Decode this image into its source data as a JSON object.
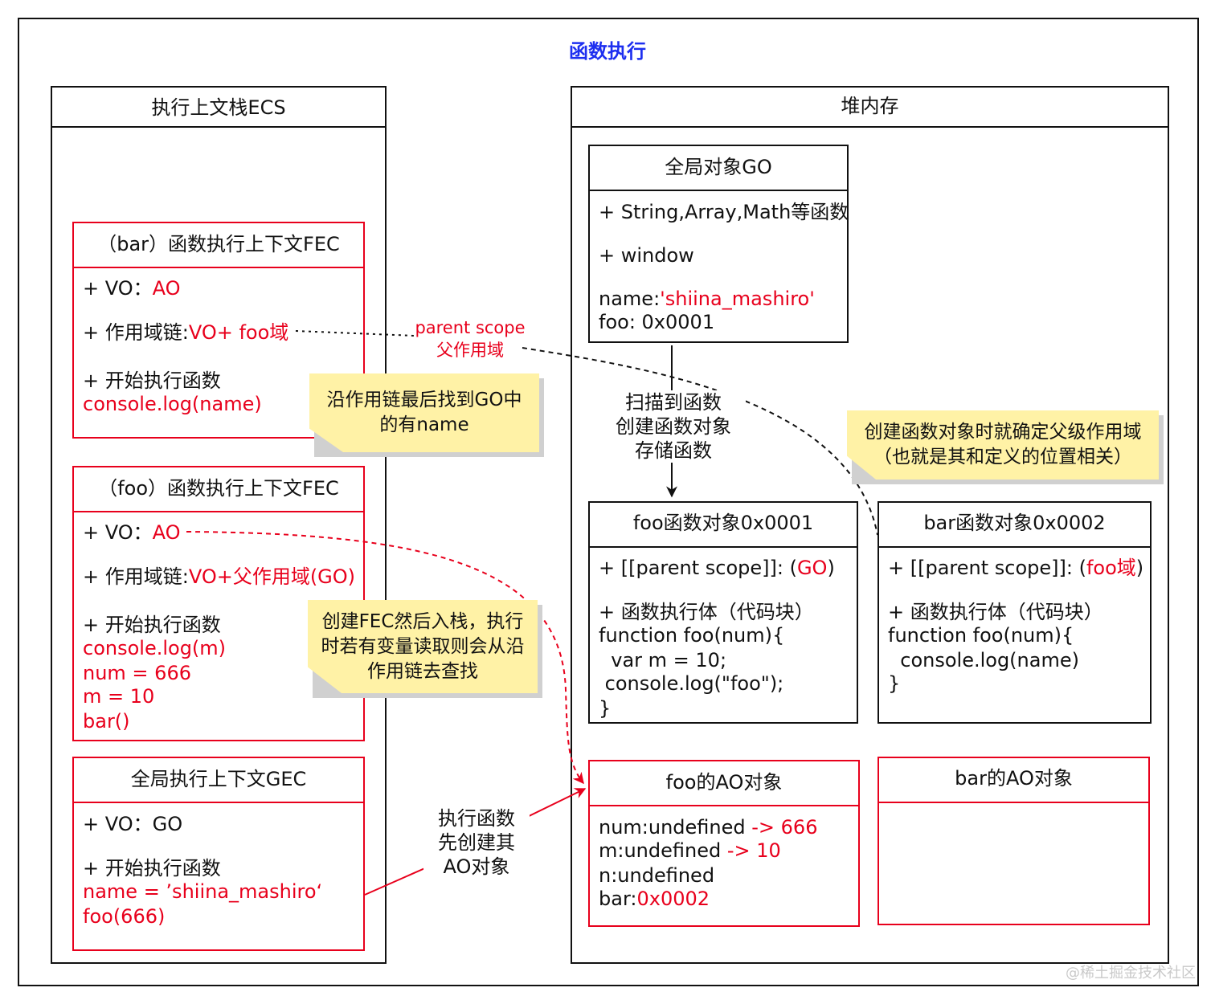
{
  "title": "函数执行",
  "ecs": {
    "header": "执行上文栈ECS",
    "bar_fec": {
      "header": "（bar）函数执行上下文FEC",
      "vo_prefix": "+ VO：",
      "vo_value": "AO",
      "scope_prefix": "+ 作用域链:",
      "scope_value": "VO+ foo域",
      "exec_label": "+ 开始执行函数",
      "code": [
        "console.log(name)"
      ]
    },
    "foo_fec": {
      "header": "（foo）函数执行上下文FEC",
      "vo_prefix": "+ VO：",
      "vo_value": "AO",
      "scope_prefix": "+ 作用域链:",
      "scope_value": "VO+父作用域(GO)",
      "exec_label": "+ 开始执行函数",
      "code": [
        "console.log(m)",
        "num = 666",
        "m = 10",
        "bar()"
      ]
    },
    "gec": {
      "header": "全局执行上下文GEC",
      "vo": "+ VO：GO",
      "exec_label": "+ 开始执行函数",
      "code": [
        "name = ’shiina_mashiro‘",
        "foo(666)"
      ]
    }
  },
  "heap": {
    "header": "堆内存",
    "go": {
      "header": "全局对象GO",
      "line1": "+ String,Array,Math等函数",
      "line2": "+ window",
      "name_prefix": "name:",
      "name_value": "'shiina_mashiro'",
      "foo_line": "foo: 0x0001"
    },
    "foo_obj": {
      "header": "foo函数对象0x0001",
      "scope_prefix": "+ [[parent scope]]: (",
      "scope_value": "GO",
      "scope_suffix": ")",
      "body_label": "+ 函数执行体（代码块）",
      "code": [
        "function foo(num){",
        "  var m = 10;",
        " console.log(\"foo\");",
        "}"
      ]
    },
    "bar_obj": {
      "header": "bar函数对象0x0002",
      "scope_prefix": "+ [[parent scope]]: (",
      "scope_value": "foo域",
      "scope_suffix": ")",
      "body_label": "+ 函数执行体（代码块）",
      "code": [
        "function foo(num){",
        "  console.log(name)",
        "}"
      ]
    },
    "foo_ao": {
      "header": "foo的AO对象",
      "rows": [
        {
          "k": "num:undefined ",
          "v": "-> 666"
        },
        {
          "k": "m:undefined ",
          "v": "-> 10"
        },
        {
          "k": "n:undefined",
          "v": ""
        },
        {
          "k": "bar:",
          "v": "0x0002"
        }
      ]
    },
    "bar_ao": {
      "header": "bar的AO对象"
    }
  },
  "labels": {
    "parent_scope_en": "parent scope",
    "parent_scope_zh": "父作用域",
    "scan": [
      "扫描到函数",
      "创建函数对象",
      "存储函数"
    ],
    "exec_create": [
      "执行函数",
      "先创建其",
      "AO对象"
    ]
  },
  "notes": {
    "go_lookup": [
      "沿作用链最后找到GO中",
      "的有name"
    ],
    "fec_push": [
      "创建FEC然后入栈，执行",
      "时若有变量读取则会从沿",
      "作用链去查找"
    ],
    "parent_scope": [
      "创建函数对象时就确定父级作用域",
      "（也就是其和定义的位置相关）"
    ]
  },
  "watermark": "@稀土掘金技术社区",
  "colors": {
    "accent_red": "#e8001c",
    "title_blue": "#1d2ff0",
    "note_yellow": "#fff2a6"
  }
}
